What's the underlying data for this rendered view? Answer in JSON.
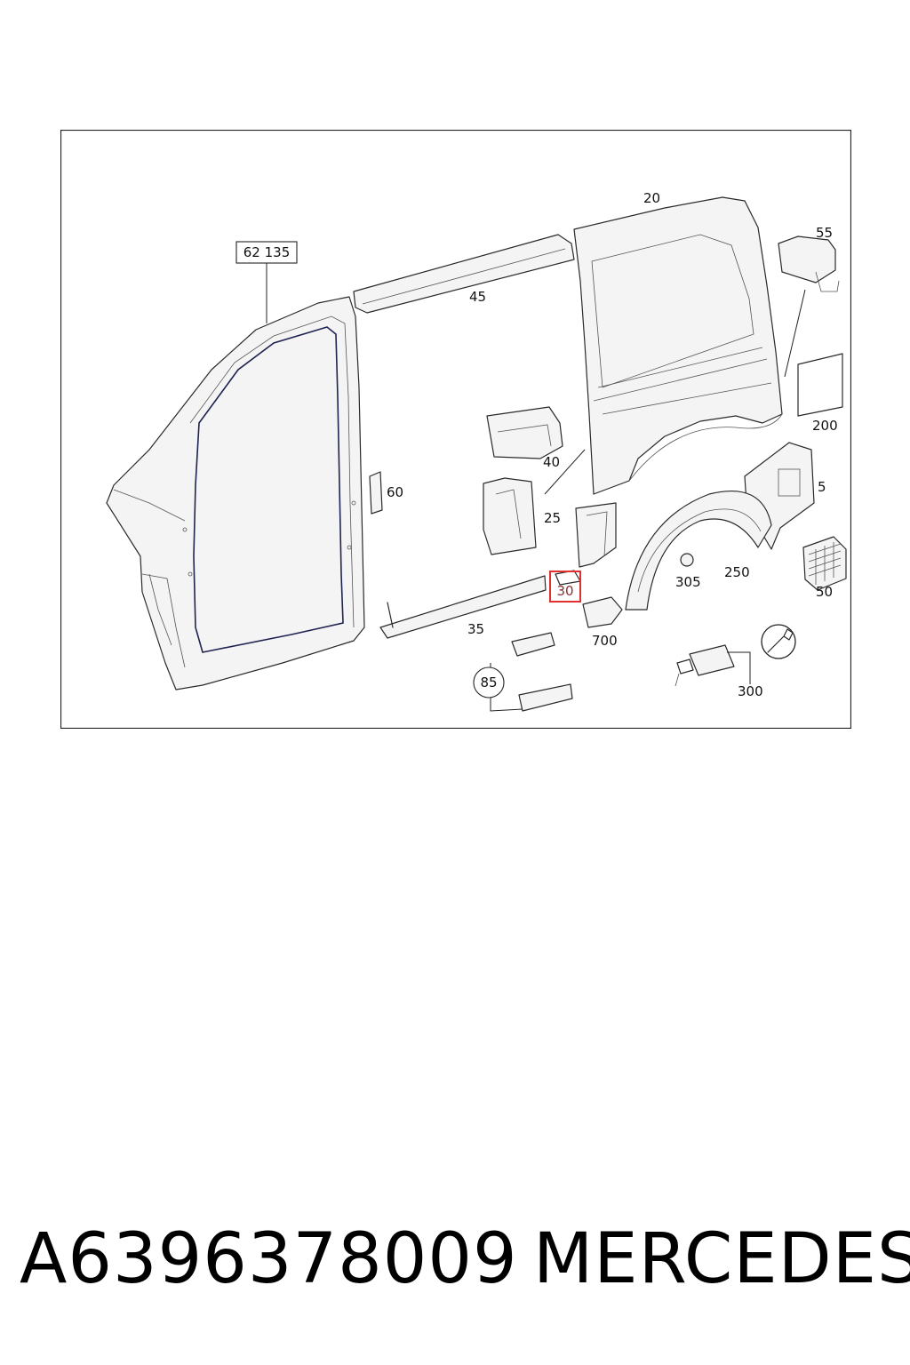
{
  "diagram": {
    "callouts": {
      "c62135": "62 135",
      "c20": "20",
      "c55": "55",
      "c45": "45",
      "c200": "200",
      "c40": "40",
      "c60": "60",
      "c5": "5",
      "c25": "25",
      "c305": "305",
      "c250": "250",
      "c50": "50",
      "c30": "30",
      "c35": "35",
      "c700": "700",
      "c85": "85",
      "c300": "300"
    },
    "colors": {
      "highlight": "#e03030",
      "line": "#2a2a2a",
      "navy": "#1f2350"
    }
  },
  "footer": {
    "part_number": "A6396378009",
    "brand": "MERCEDES"
  }
}
